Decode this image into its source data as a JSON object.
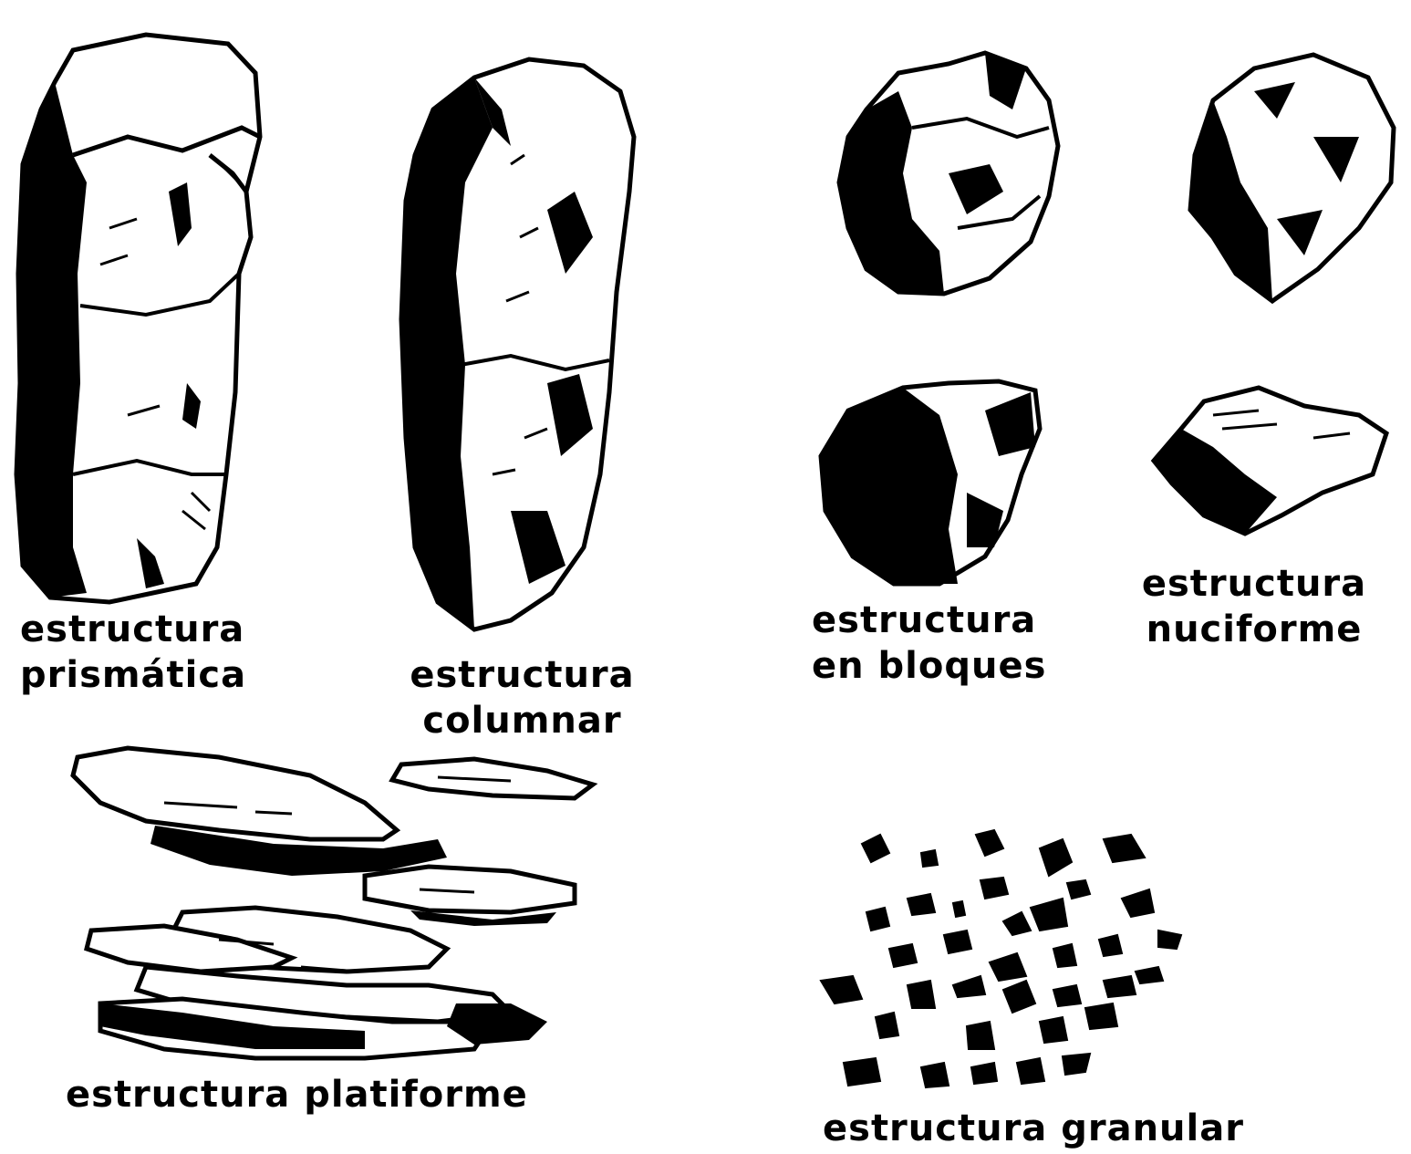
{
  "colors": {
    "ink": "#000000",
    "paper": "#ffffff"
  },
  "specimens": [
    {
      "id": "prismatica",
      "icon": "prismatic-structure-illustration",
      "caption": [
        "estructura",
        "prismática"
      ]
    },
    {
      "id": "columnar",
      "icon": "columnar-structure-illustration",
      "caption": [
        "estructura",
        "columnar"
      ]
    },
    {
      "id": "bloques",
      "icon": "block-structure-illustration",
      "caption": [
        "estructura",
        "en bloques"
      ]
    },
    {
      "id": "nuciforme",
      "icon": "nuciform-structure-illustration",
      "caption": [
        "estructura",
        "nuciforme"
      ]
    },
    {
      "id": "platiforme",
      "icon": "platy-structure-illustration",
      "caption": [
        "estructura platiforme"
      ]
    },
    {
      "id": "granular",
      "icon": "granular-structure-illustration",
      "caption": [
        "estructura granular"
      ]
    }
  ]
}
